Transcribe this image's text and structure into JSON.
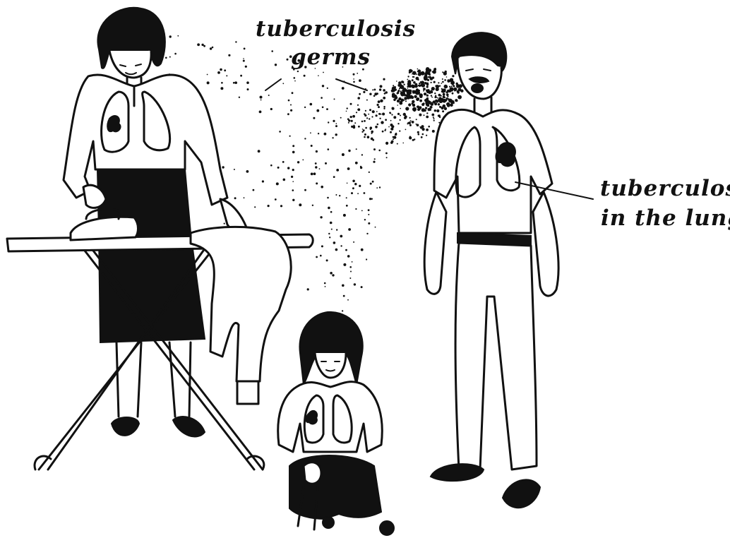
{
  "labels": {
    "germs_line1": "tuberculosis",
    "germs_line2": "germs",
    "lung_line1": "tuberculosis",
    "lung_line2": "in the lung"
  },
  "colors": {
    "ink": "#111111",
    "paper": "#ffffff"
  }
}
